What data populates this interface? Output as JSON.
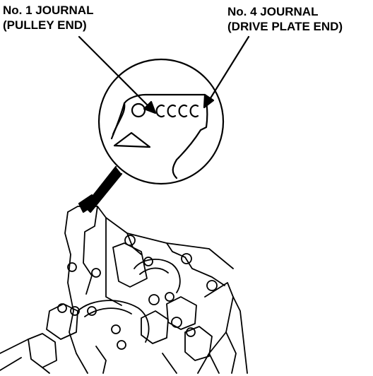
{
  "callouts": {
    "journal_1": {
      "line1": "No. 1 JOURNAL",
      "line2": "(PULLEY END)"
    },
    "journal_4": {
      "line1": "No. 4 JOURNAL",
      "line2": "(DRIVE PLATE END)"
    }
  },
  "detail_marks": {
    "circle_count": 1,
    "c_mark_count": 4
  }
}
